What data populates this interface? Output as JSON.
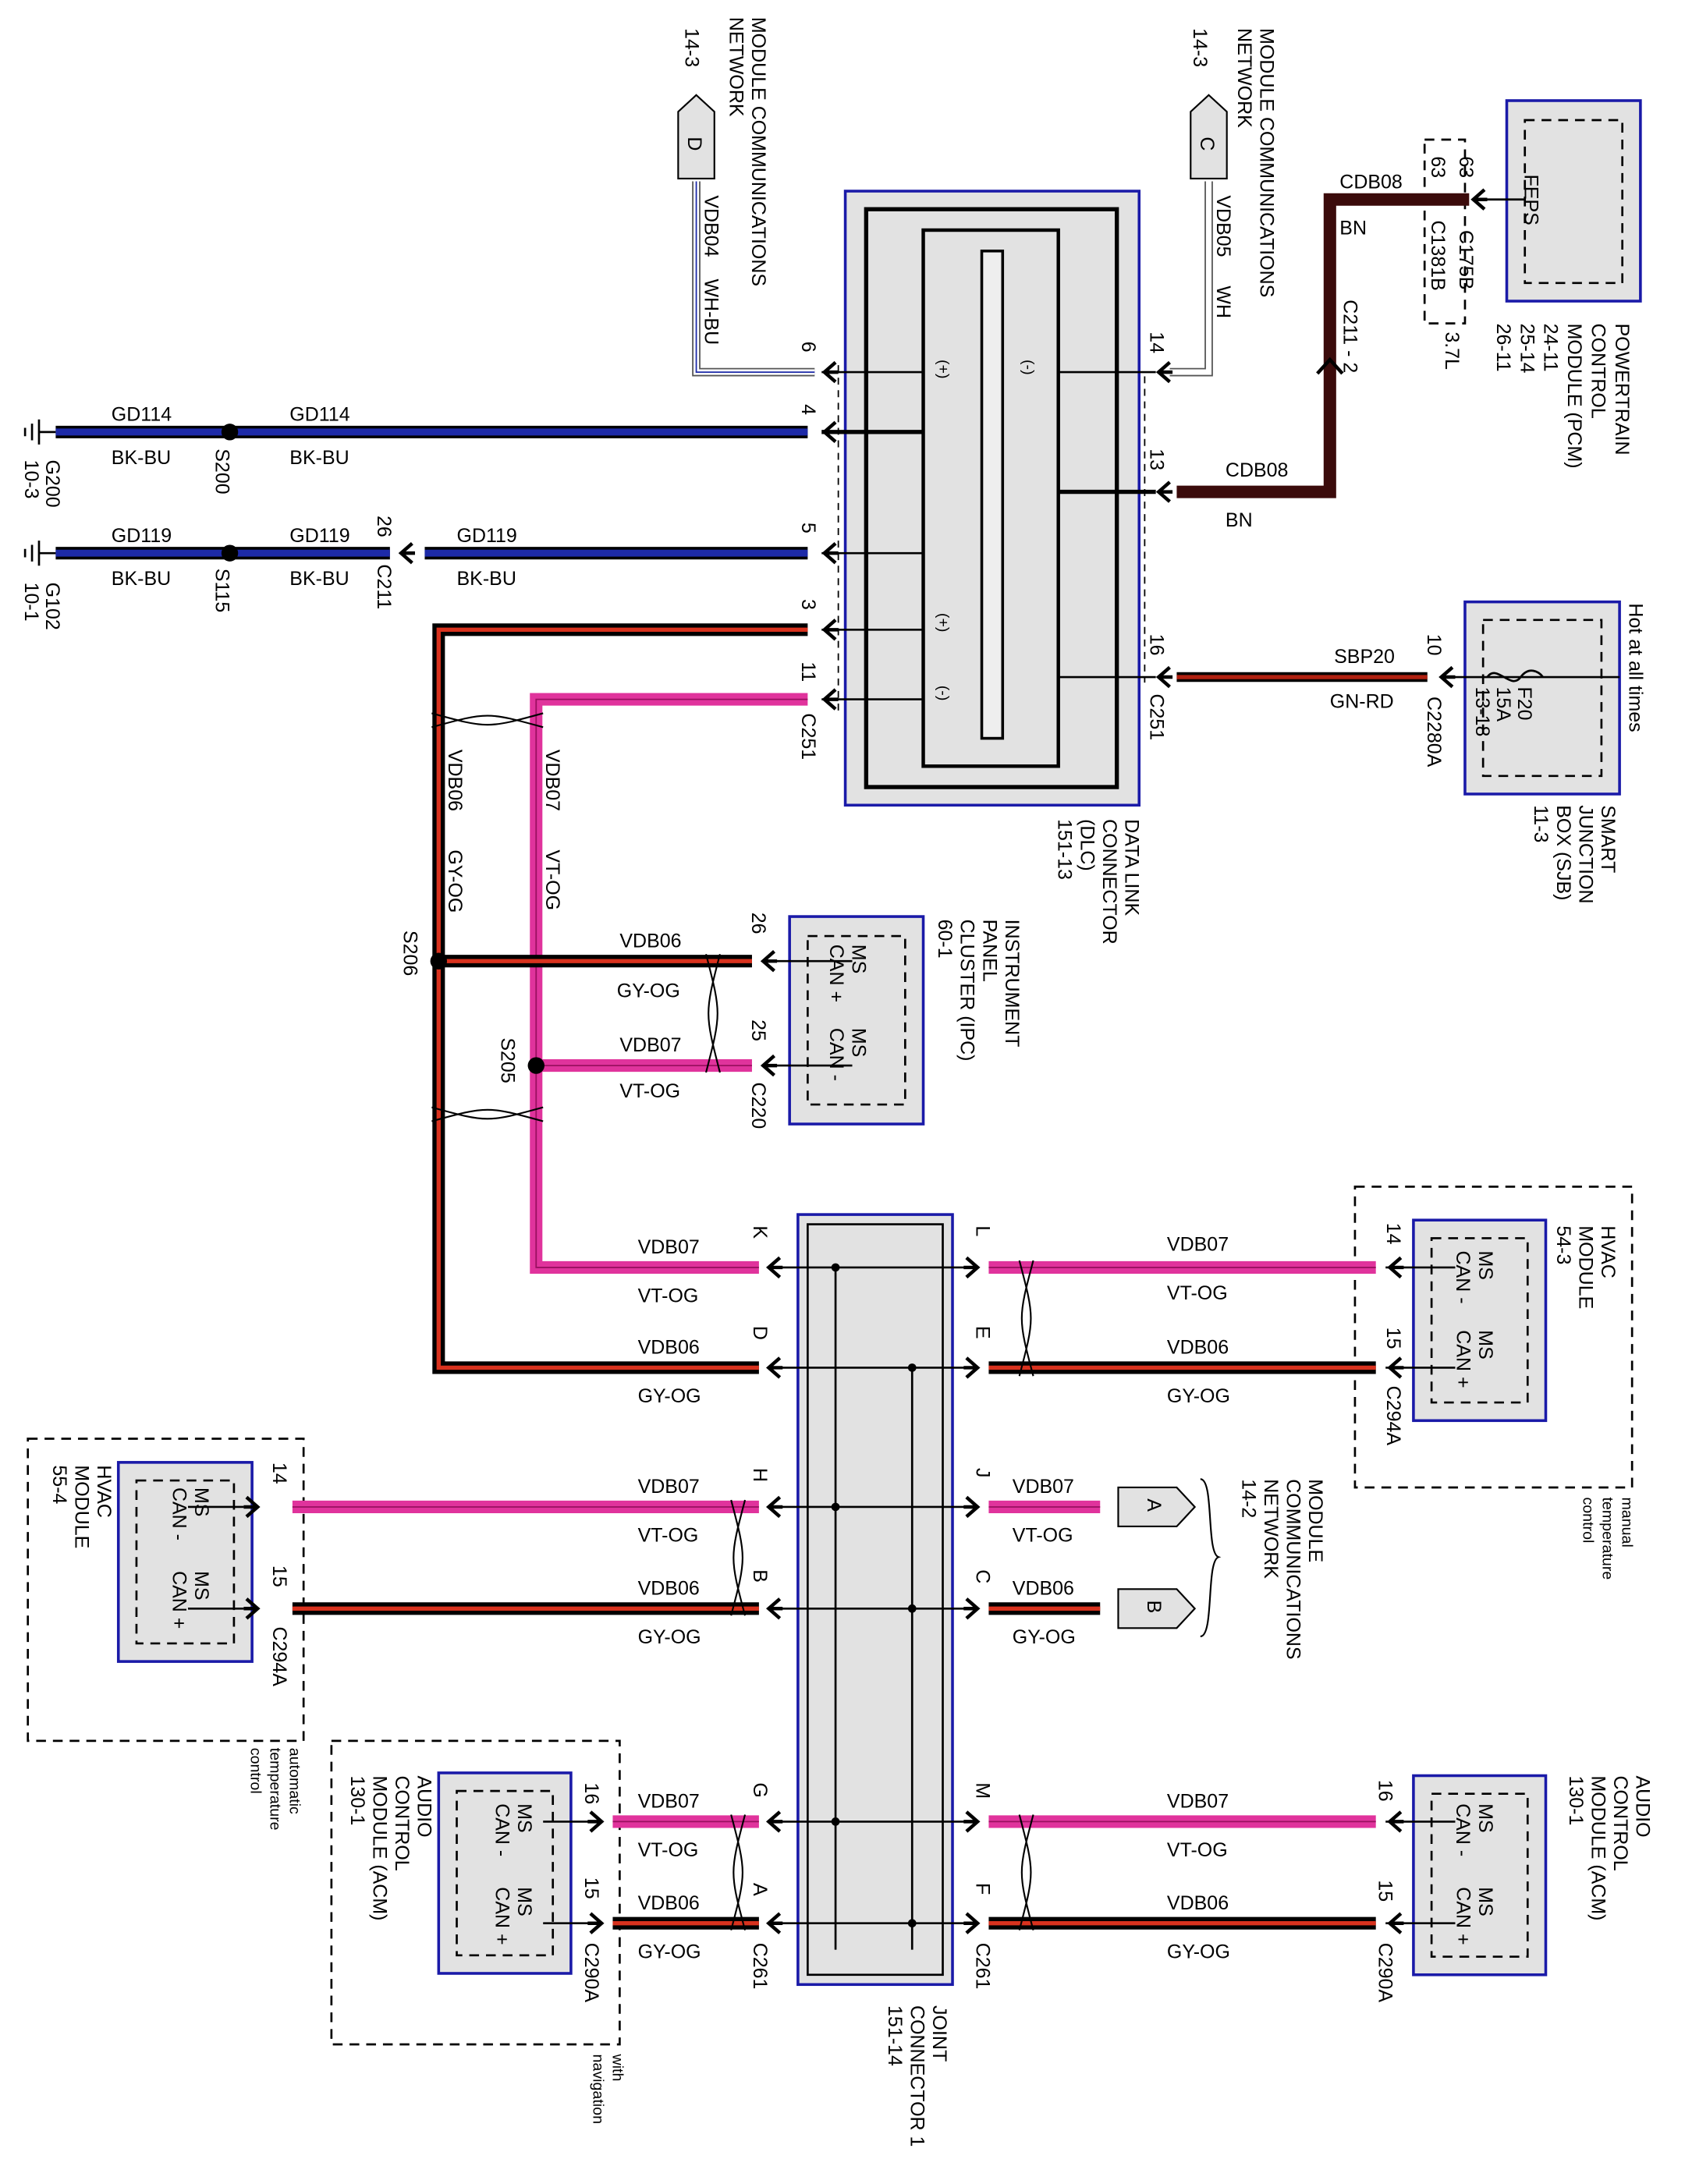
{
  "colors": {
    "module_border": "#1a1aa8",
    "module_fill": "#e2e2e2",
    "bk_bu": "#1d2aa8",
    "vt_og": "#e0339c",
    "gy_og": "#d8321e",
    "bn": "#3b0b0b",
    "gn_rd": "#b02010"
  },
  "dlc": {
    "lines": [
      "DATA LINK",
      "CONNECTOR",
      "(DLC)",
      "151-13"
    ],
    "connector_left": "C251",
    "connector_right": "C251",
    "pins_left": [
      "6",
      "4",
      "5",
      "3",
      "11"
    ],
    "pins_right": [
      "14",
      "13",
      "16"
    ],
    "polarity": [
      "(+)",
      "(-)",
      "(+)",
      "(-)"
    ]
  },
  "pcm": {
    "lines": [
      "POWERTRAIN",
      "CONTROL",
      "MODULE (PCM)",
      "24-11",
      "25-14",
      "26-11"
    ],
    "internal": "FEPS",
    "pin": "63",
    "connector": "C175B",
    "alt_pin": "63",
    "alt_connector": "C1381B",
    "alt_note": "3.7L"
  },
  "sjb": {
    "lines": [
      "SMART",
      "JUNCTION",
      "BOX (SJB)",
      "11-3"
    ],
    "note": "Hot at all times",
    "fuse": [
      "F20",
      "15A",
      "13-18"
    ],
    "pin": "10",
    "connector": "C2280A"
  },
  "mcn_d": {
    "lines": [
      "MODULE COMMUNICATIONS",
      "NETWORK"
    ],
    "page": "14-3",
    "letter": "D"
  },
  "mcn_c": {
    "lines": [
      "MODULE COMMUNICATIONS",
      "NETWORK"
    ],
    "page": "14-3",
    "letter": "C"
  },
  "mcn_ab": {
    "lines": [
      "MODULE",
      "COMMUNICATIONS",
      "NETWORK",
      "14-2"
    ],
    "letter_a": "A",
    "letter_b": "B"
  },
  "circuits": {
    "vdb04": "VDB04",
    "wh_bu": "WH-BU",
    "vdb05": "VDB05",
    "wh": "WH",
    "cdb08": "CDB08",
    "bn": "BN",
    "c211_2": "C211 - 2",
    "sbp20": "SBP20",
    "gn_rd": "GN-RD",
    "gd114": "GD114",
    "gd119": "GD119",
    "bk_bu": "BK-BU",
    "vdb06": "VDB06",
    "gy_og": "GY-OG",
    "vdb07": "VDB07",
    "vt_og": "VT-OG"
  },
  "splices": {
    "s200": "S200",
    "s115": "S115",
    "s206": "S206",
    "s205": "S205"
  },
  "grounds": {
    "g200": "G200",
    "g200_page": "10-3",
    "g102": "G102",
    "g102_page": "10-1"
  },
  "c211": {
    "pin": "26",
    "name": "C211"
  },
  "ipc": {
    "lines": [
      "INSTRUMENT",
      "PANEL",
      "CLUSTER (IPC)",
      "60-1"
    ],
    "can_plus": [
      "MS",
      "CAN +"
    ],
    "can_minus": [
      "MS",
      "CAN -"
    ],
    "pin_plus": "26",
    "pin_minus": "25",
    "connector": "C220"
  },
  "joint": {
    "lines": [
      "JOINT",
      "CONNECTOR 1",
      "151-14"
    ],
    "pins_left": [
      "K",
      "D",
      "H",
      "B",
      "G",
      "A"
    ],
    "pins_right": [
      "L",
      "E",
      "J",
      "C",
      "M",
      "F"
    ],
    "connector_left": "C261",
    "connector_right": "C261"
  },
  "hvac_manual": {
    "lines": [
      "HVAC",
      "MODULE",
      "54-3"
    ],
    "note": [
      "manual",
      "temperature",
      "control"
    ],
    "can_minus": [
      "MS",
      "CAN -"
    ],
    "can_plus": [
      "MS",
      "CAN +"
    ],
    "pin_minus": "14",
    "pin_plus": "15",
    "connector": "C294A"
  },
  "hvac_auto": {
    "lines": [
      "HVAC",
      "MODULE",
      "55-4"
    ],
    "note": [
      "automatic",
      "temperature",
      "control"
    ],
    "can_minus": [
      "MS",
      "CAN -"
    ],
    "can_plus": [
      "MS",
      "CAN +"
    ],
    "pin_minus": "14",
    "pin_plus": "15",
    "connector": "C294A"
  },
  "acm_nav": {
    "lines": [
      "AUDIO",
      "CONTROL",
      "MODULE (ACM)",
      "130-1"
    ],
    "note": [
      "with",
      "navigation"
    ],
    "can_minus": [
      "MS",
      "CAN -"
    ],
    "can_plus": [
      "MS",
      "CAN +"
    ],
    "pin_minus": "16",
    "pin_plus": "15",
    "connector": "C290A"
  },
  "acm": {
    "lines": [
      "AUDIO",
      "CONTROL",
      "MODULE (ACM)",
      "130-1"
    ],
    "can_minus": [
      "MS",
      "CAN -"
    ],
    "can_plus": [
      "MS",
      "CAN +"
    ],
    "pin_minus": "16",
    "pin_plus": "15",
    "connector": "C290A"
  }
}
